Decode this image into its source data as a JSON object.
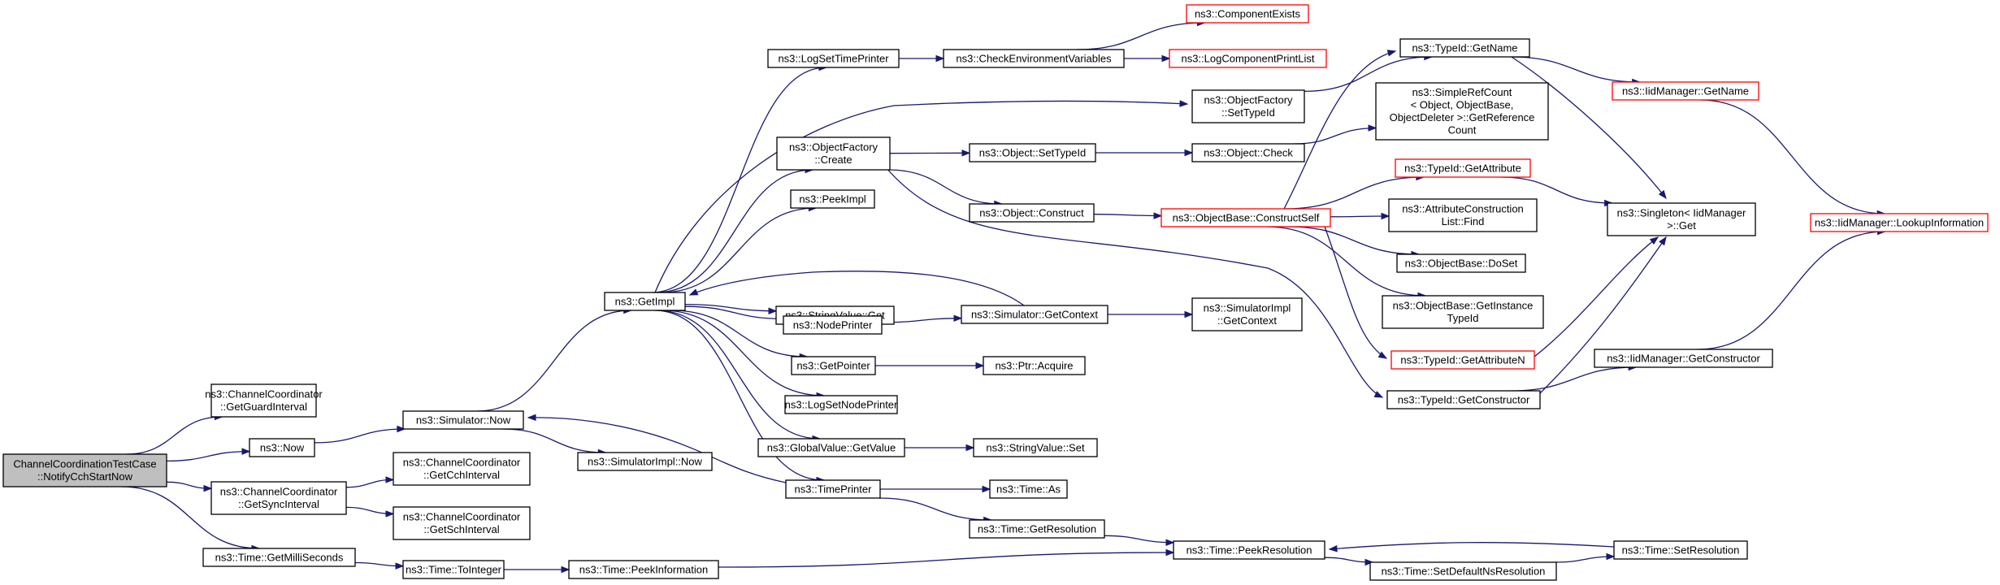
{
  "colors": {
    "edge": "#191970",
    "node_border": "#000000",
    "node_border_missing": "#ff0000",
    "root_fill": "#bfbfbf",
    "node_fill": "#ffffff"
  },
  "nodes": [
    {
      "id": "root",
      "lines": [
        "ChannelCoordinationTestCase",
        "::NotifyCchStartNow"
      ],
      "style": "root"
    },
    {
      "id": "getguard",
      "lines": [
        "ns3::ChannelCoordinator",
        "::GetGuardInterval"
      ]
    },
    {
      "id": "now",
      "lines": [
        "ns3::Now"
      ]
    },
    {
      "id": "getsync",
      "lines": [
        "ns3::ChannelCoordinator",
        "::GetSyncInterval"
      ]
    },
    {
      "id": "getmilli",
      "lines": [
        "ns3::Time::GetMilliSeconds"
      ]
    },
    {
      "id": "simnow",
      "lines": [
        "ns3::Simulator::Now"
      ]
    },
    {
      "id": "getcch",
      "lines": [
        "ns3::ChannelCoordinator",
        "::GetCchInterval"
      ]
    },
    {
      "id": "getsch",
      "lines": [
        "ns3::ChannelCoordinator",
        "::GetSchInterval"
      ]
    },
    {
      "id": "tointeger",
      "lines": [
        "ns3::Time::ToInteger"
      ]
    },
    {
      "id": "simimplnow",
      "lines": [
        "ns3::SimulatorImpl::Now"
      ]
    },
    {
      "id": "peekinfo",
      "lines": [
        "ns3::Time::PeekInformation"
      ]
    },
    {
      "id": "getimpl",
      "lines": [
        "ns3::GetImpl"
      ]
    },
    {
      "id": "logsettp",
      "lines": [
        "ns3::LogSetTimePrinter"
      ]
    },
    {
      "id": "ofcreate",
      "lines": [
        "ns3::ObjectFactory",
        "::Create"
      ]
    },
    {
      "id": "peekimpl",
      "lines": [
        "ns3::PeekImpl"
      ]
    },
    {
      "id": "strget",
      "lines": [
        "ns3::StringValue::Get"
      ]
    },
    {
      "id": "nodeprinter",
      "lines": [
        "ns3::NodePrinter"
      ]
    },
    {
      "id": "getpointer",
      "lines": [
        "ns3::GetPointer"
      ]
    },
    {
      "id": "logsetnp",
      "lines": [
        "ns3::LogSetNodePrinter"
      ]
    },
    {
      "id": "gvgetvalue",
      "lines": [
        "ns3::GlobalValue::GetValue"
      ]
    },
    {
      "id": "timeprinter",
      "lines": [
        "ns3::TimePrinter"
      ]
    },
    {
      "id": "checkenv",
      "lines": [
        "ns3::CheckEnvironmentVariables"
      ]
    },
    {
      "id": "objsettid",
      "lines": [
        "ns3::Object::SetTypeId"
      ]
    },
    {
      "id": "objconstruct",
      "lines": [
        "ns3::Object::Construct"
      ]
    },
    {
      "id": "simgetctx",
      "lines": [
        "ns3::Simulator::GetContext"
      ]
    },
    {
      "id": "ptracquire",
      "lines": [
        "ns3::Ptr::Acquire"
      ]
    },
    {
      "id": "strset",
      "lines": [
        "ns3::StringValue::Set"
      ]
    },
    {
      "id": "timeas",
      "lines": [
        "ns3::Time::As"
      ]
    },
    {
      "id": "timegetres",
      "lines": [
        "ns3::Time::GetResolution"
      ]
    },
    {
      "id": "compexists",
      "lines": [
        "ns3::ComponentExists"
      ],
      "style": "red"
    },
    {
      "id": "logcomplist",
      "lines": [
        "ns3::LogComponentPrintList"
      ],
      "style": "red"
    },
    {
      "id": "ofsettid",
      "lines": [
        "ns3::ObjectFactory",
        "::SetTypeId"
      ]
    },
    {
      "id": "objcheck",
      "lines": [
        "ns3::Object::Check"
      ]
    },
    {
      "id": "obconstructself",
      "lines": [
        "ns3::ObjectBase::ConstructSelf"
      ],
      "style": "red"
    },
    {
      "id": "simimplgetctx",
      "lines": [
        "ns3::SimulatorImpl",
        "::GetContext"
      ]
    },
    {
      "id": "peekres",
      "lines": [
        "ns3::Time::PeekResolution"
      ]
    },
    {
      "id": "tidgetname",
      "lines": [
        "ns3::TypeId::GetName"
      ]
    },
    {
      "id": "simplerefcount",
      "lines": [
        "ns3::SimpleRefCount",
        "< Object, ObjectBase,",
        "ObjectDeleter >::GetReference",
        "Count"
      ]
    },
    {
      "id": "tidgetattr",
      "lines": [
        "ns3::TypeId::GetAttribute"
      ],
      "style": "red"
    },
    {
      "id": "attrfind",
      "lines": [
        "ns3::AttributeConstruction",
        "List::Find"
      ]
    },
    {
      "id": "obdoset",
      "lines": [
        "ns3::ObjectBase::DoSet"
      ]
    },
    {
      "id": "obgetinst",
      "lines": [
        "ns3::ObjectBase::GetInstance",
        "TypeId"
      ]
    },
    {
      "id": "tidgetattrn",
      "lines": [
        "ns3::TypeId::GetAttributeN"
      ],
      "style": "red"
    },
    {
      "id": "tidgetctor",
      "lines": [
        "ns3::TypeId::GetConstructor"
      ]
    },
    {
      "id": "setdefres",
      "lines": [
        "ns3::Time::SetDefaultNsResolution"
      ]
    },
    {
      "id": "iidgetname",
      "lines": [
        "ns3::IidManager::GetName"
      ],
      "style": "red"
    },
    {
      "id": "singleton",
      "lines": [
        "ns3::Singleton< IidManager",
        ">::Get"
      ]
    },
    {
      "id": "iidgetctor",
      "lines": [
        "ns3::IidManager::GetConstructor"
      ]
    },
    {
      "id": "timesetres",
      "lines": [
        "ns3::Time::SetResolution"
      ]
    },
    {
      "id": "iidlookup",
      "lines": [
        "ns3::IidManager::LookupInformation"
      ],
      "style": "red"
    }
  ],
  "edges": [
    [
      "root",
      "getguard"
    ],
    [
      "root",
      "now"
    ],
    [
      "root",
      "getsync"
    ],
    [
      "root",
      "getmilli"
    ],
    [
      "now",
      "simnow"
    ],
    [
      "getsync",
      "getcch"
    ],
    [
      "getsync",
      "getsch"
    ],
    [
      "getmilli",
      "tointeger"
    ],
    [
      "simnow",
      "getimpl"
    ],
    [
      "simnow",
      "simimplnow"
    ],
    [
      "tointeger",
      "peekinfo"
    ],
    [
      "peekinfo",
      "peekres"
    ],
    [
      "getimpl",
      "logsettp"
    ],
    [
      "getimpl",
      "ofsettid"
    ],
    [
      "getimpl",
      "ofcreate"
    ],
    [
      "getimpl",
      "peekimpl"
    ],
    [
      "getimpl",
      "strget"
    ],
    [
      "getimpl",
      "nodeprinter"
    ],
    [
      "getimpl",
      "getpointer"
    ],
    [
      "getimpl",
      "logsetnp"
    ],
    [
      "getimpl",
      "gvgetvalue"
    ],
    [
      "getimpl",
      "timeprinter"
    ],
    [
      "logsettp",
      "checkenv"
    ],
    [
      "checkenv",
      "compexists"
    ],
    [
      "checkenv",
      "logcomplist"
    ],
    [
      "ofcreate",
      "objsettid"
    ],
    [
      "ofcreate",
      "objconstruct"
    ],
    [
      "ofcreate",
      "tidgetctor"
    ],
    [
      "objsettid",
      "objcheck"
    ],
    [
      "objcheck",
      "simplerefcount"
    ],
    [
      "objconstruct",
      "obconstructself"
    ],
    [
      "obconstructself",
      "tidgetname"
    ],
    [
      "obconstructself",
      "tidgetattr"
    ],
    [
      "obconstructself",
      "attrfind"
    ],
    [
      "obconstructself",
      "obdoset"
    ],
    [
      "obconstructself",
      "obgetinst"
    ],
    [
      "obconstructself",
      "tidgetattrn"
    ],
    [
      "nodeprinter",
      "simgetctx"
    ],
    [
      "simgetctx",
      "getimpl"
    ],
    [
      "simgetctx",
      "simimplgetctx"
    ],
    [
      "getpointer",
      "ptracquire"
    ],
    [
      "gvgetvalue",
      "strset"
    ],
    [
      "timeprinter",
      "simnow"
    ],
    [
      "timeprinter",
      "timeas"
    ],
    [
      "timeprinter",
      "timegetres"
    ],
    [
      "timegetres",
      "peekres"
    ],
    [
      "peekres",
      "setdefres"
    ],
    [
      "setdefres",
      "timesetres"
    ],
    [
      "timesetres",
      "peekres"
    ],
    [
      "ofsettid",
      "tidgetname"
    ],
    [
      "tidgetname",
      "iidgetname"
    ],
    [
      "tidgetname",
      "singleton"
    ],
    [
      "iidgetname",
      "iidlookup"
    ],
    [
      "tidgetattr",
      "singleton"
    ],
    [
      "tidgetattrn",
      "singleton"
    ],
    [
      "tidgetctor",
      "singleton"
    ],
    [
      "tidgetctor",
      "iidgetctor"
    ],
    [
      "iidgetctor",
      "iidlookup"
    ]
  ]
}
